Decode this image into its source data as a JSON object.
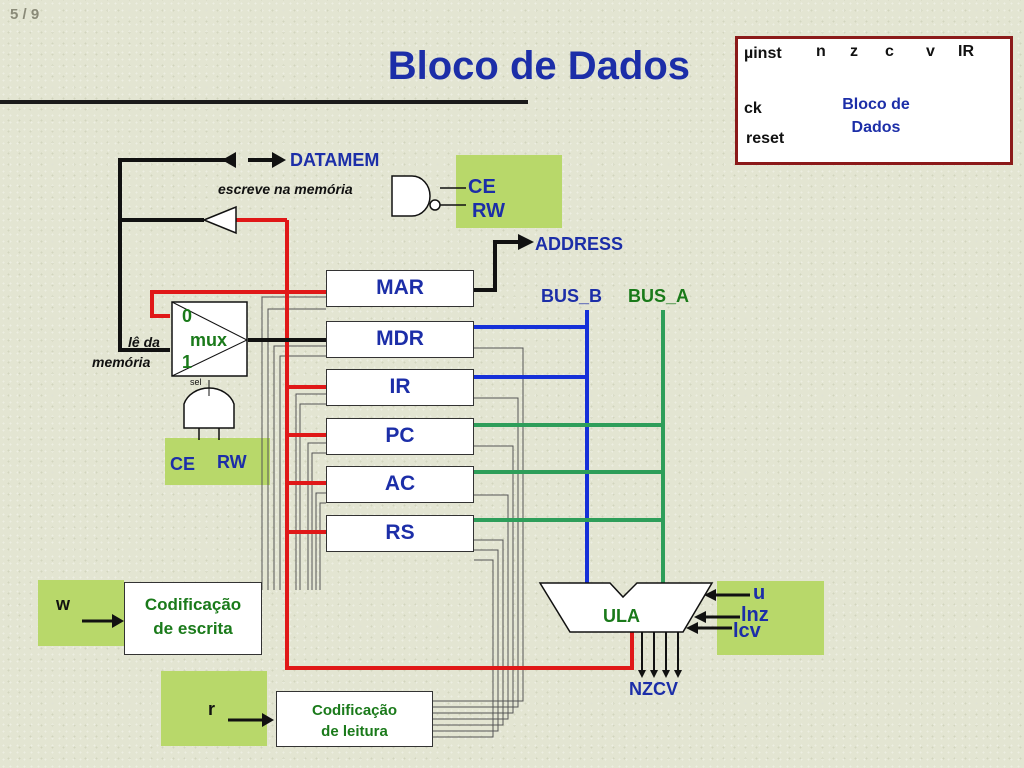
{
  "slide": {
    "number": "5 / 9",
    "title": "Bloco de Dados"
  },
  "summary_box": {
    "inputs": [
      "µinst",
      "ck",
      "reset"
    ],
    "outputs": [
      "n",
      "z",
      "c",
      "v",
      "IR"
    ],
    "center_label_line1": "Bloco de",
    "center_label_line2": "Dados"
  },
  "registers": [
    "MAR",
    "MDR",
    "IR",
    "PC",
    "AC",
    "RS"
  ],
  "signals": {
    "datamem": "DATAMEM",
    "write_memory": "escreve na memória",
    "address": "ADDRESS",
    "read_memory_line1": "lê da",
    "read_memory_line2": "memória",
    "bus_b": "BUS_B",
    "bus_a": "BUS_A",
    "nzcv": "NZCV"
  },
  "memory_control": {
    "ce": "CE",
    "rw": "RW"
  },
  "mux": {
    "input0": "0",
    "label": "mux",
    "input1": "1",
    "sel": "sel"
  },
  "read_control": {
    "ce": "CE",
    "rw": "RW"
  },
  "write_encoder": {
    "input": "w",
    "line1": "Codificação",
    "line2": "de escrita"
  },
  "read_encoder": {
    "input": "r",
    "line1": "Codificação",
    "line2": "de leitura"
  },
  "alu": {
    "label": "ULA",
    "inputs": [
      "u",
      "lnz",
      "lcv"
    ]
  }
}
